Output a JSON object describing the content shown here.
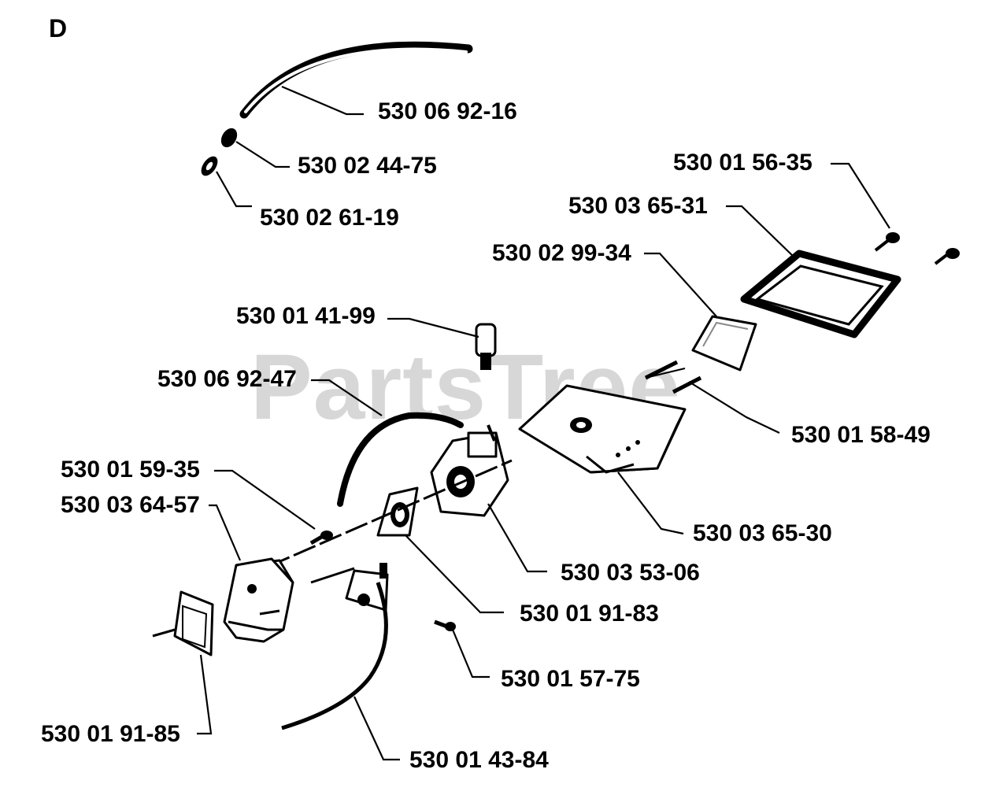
{
  "diagram": {
    "section_letter": "D",
    "watermark": "PartsTree",
    "part_numbers": [
      {
        "id": "tube-upper",
        "label": "530 06 92-16"
      },
      {
        "id": "grommet",
        "label": "530 02 44-75"
      },
      {
        "id": "filter-small",
        "label": "530 02 61-19"
      },
      {
        "id": "screw-top",
        "label": "530 01 56-35"
      },
      {
        "id": "gasket-cover",
        "label": "530 03 65-31"
      },
      {
        "id": "air-filter",
        "label": "530 02 99-34"
      },
      {
        "id": "primer-bulb",
        "label": "530 01 41-99"
      },
      {
        "id": "tube-mid",
        "label": "530 06 92-47"
      },
      {
        "id": "screw-mid",
        "label": "530 01 58-49"
      },
      {
        "id": "screw-left",
        "label": "530 01 59-35"
      },
      {
        "id": "intake-block",
        "label": "530 03 64-57"
      },
      {
        "id": "filter-housing",
        "label": "530 03 65-30"
      },
      {
        "id": "carburetor",
        "label": "530 03 53-06"
      },
      {
        "id": "carb-gasket",
        "label": "530 01 91-83"
      },
      {
        "id": "screw-bottom",
        "label": "530 01 57-75"
      },
      {
        "id": "plate-gasket",
        "label": "530 01 91-85"
      },
      {
        "id": "throttle-cable",
        "label": "530 01 43-84"
      }
    ]
  }
}
